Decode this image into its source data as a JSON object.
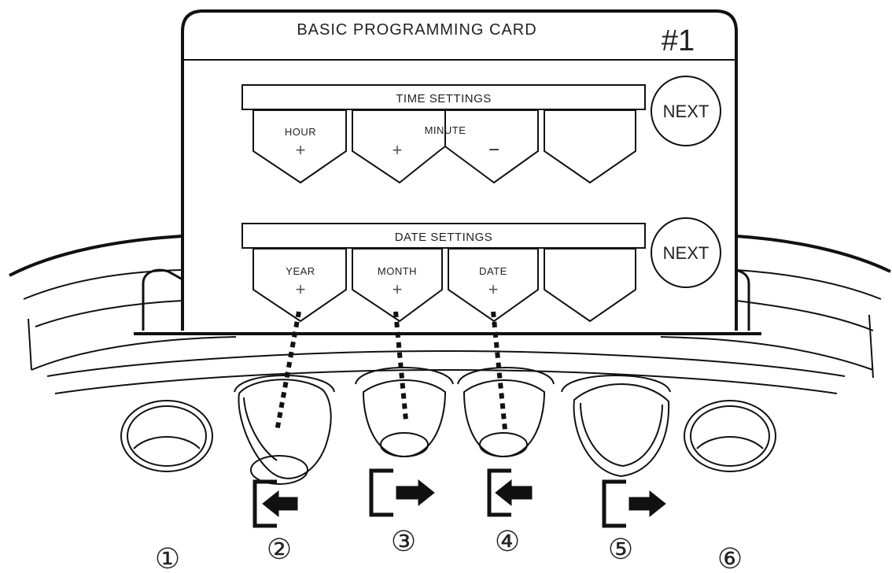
{
  "card": {
    "title": "BASIC PROGRAMMING CARD",
    "number": "#1"
  },
  "time_settings": {
    "header": "TIME SETTINGS",
    "next_label": "NEXT",
    "keys": [
      {
        "label": "HOUR",
        "symbol": "+"
      },
      {
        "label": "MINUTE",
        "symbol": "+"
      },
      {
        "label": "",
        "symbol": "−"
      },
      {
        "label": "",
        "symbol": ""
      }
    ]
  },
  "date_settings": {
    "header": "DATE SETTINGS",
    "next_label": "NEXT",
    "keys": [
      {
        "label": "YEAR",
        "symbol": "+"
      },
      {
        "label": "MONTH",
        "symbol": "+"
      },
      {
        "label": "DATE",
        "symbol": "+"
      },
      {
        "label": "",
        "symbol": ""
      }
    ]
  },
  "buttons": [
    {
      "number": "①",
      "arrow": ""
    },
    {
      "number": "②",
      "arrow": "left"
    },
    {
      "number": "③",
      "arrow": "right"
    },
    {
      "number": "④",
      "arrow": "left"
    },
    {
      "number": "⑤",
      "arrow": "right"
    },
    {
      "number": "⑥",
      "arrow": ""
    }
  ]
}
